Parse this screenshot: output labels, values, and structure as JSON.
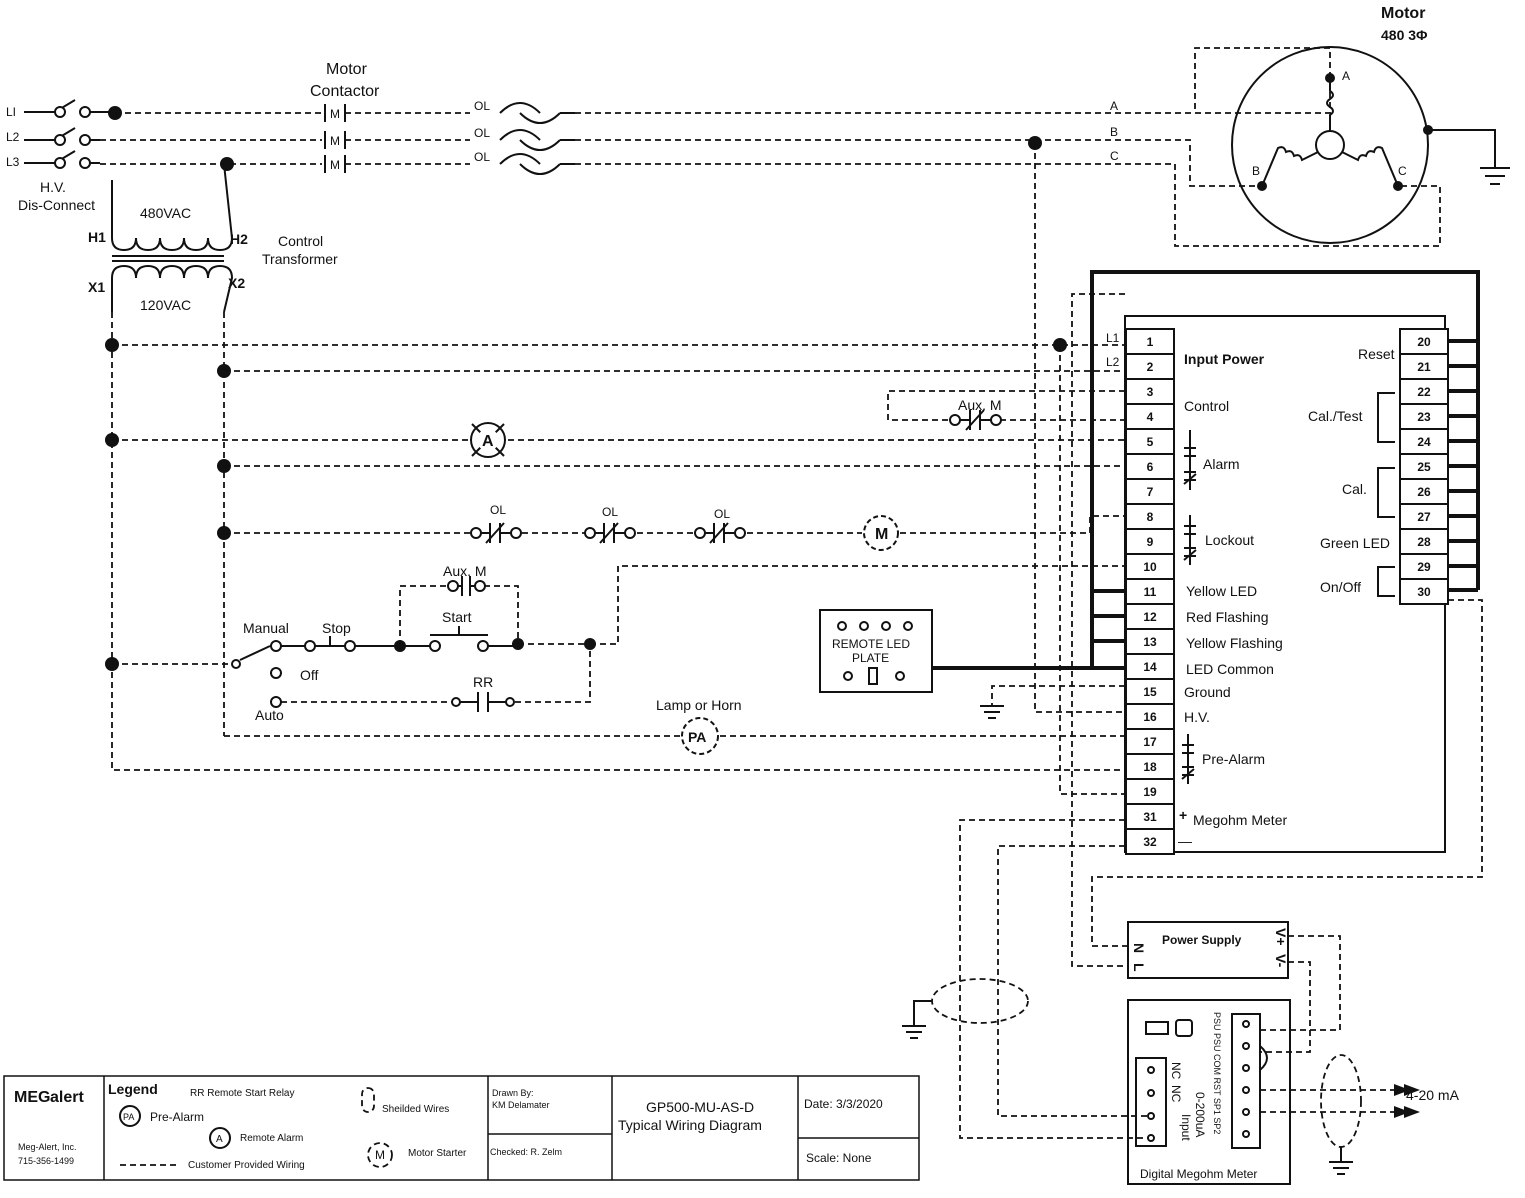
{
  "motor": {
    "title": "Motor",
    "rating": "480  3Φ",
    "phase_a": "A",
    "phase_b": "B",
    "phase_c": "C"
  },
  "supply": {
    "l1": "LI",
    "l2": "L2",
    "l3": "L3",
    "disconnect_line1": "H.V.",
    "disconnect_line2": "Dis-Connect"
  },
  "contactor": {
    "title_line1": "Motor",
    "title_line2": "Contactor",
    "contact": "M",
    "ol": "OL"
  },
  "transformer": {
    "primary": "480VAC",
    "secondary": "120VAC",
    "h1": "H1",
    "h2": "H2",
    "x1": "X1",
    "x2": "X2",
    "label_line1": "Control",
    "label_line2": "Transformer"
  },
  "control_circuit": {
    "aux_m": "Aux. M",
    "alarm": "A",
    "ol": "OL",
    "motor_starter": "M",
    "manual": "Manual",
    "stop": "Stop",
    "start": "Start",
    "off": "Off",
    "auto": "Auto",
    "rr": "RR",
    "lamp_horn": "Lamp or Horn",
    "pa": "PA"
  },
  "remote_led": {
    "line1": "REMOTE LED",
    "line2": "PLATE"
  },
  "terminal_left": {
    "l1": "L1",
    "l2": "L2",
    "numbers": [
      "1",
      "2",
      "3",
      "4",
      "5",
      "6",
      "7",
      "8",
      "9",
      "10",
      "11",
      "12",
      "13",
      "14",
      "15",
      "16",
      "17",
      "18",
      "19",
      "31",
      "32"
    ],
    "labels": {
      "input_power": "Input Power",
      "control": "Control",
      "alarm": "Alarm",
      "lockout": "Lockout",
      "yellow_led": "Yellow LED",
      "red_flashing": "Red Flashing",
      "yellow_flashing": "Yellow Flashing",
      "led_common": "LED Common",
      "ground": "Ground",
      "hv": "H.V.",
      "pre_alarm": "Pre-Alarm",
      "megohm_meter": "Megohm Meter",
      "plus": "+",
      "minus": "—"
    }
  },
  "terminal_right": {
    "numbers": [
      "20",
      "21",
      "22",
      "23",
      "24",
      "25",
      "26",
      "27",
      "28",
      "29",
      "30"
    ],
    "labels": {
      "reset": "Reset",
      "cal_test": "Cal./Test",
      "cal": "Cal.",
      "green_led": "Green LED",
      "on_off": "On/Off"
    }
  },
  "power_supply": {
    "title": "Power Supply",
    "n": "N",
    "l": "L",
    "vplus": "V+",
    "vminus": "V-"
  },
  "megohm": {
    "title": "Digital Megohm Meter",
    "nc1": "NC",
    "nc2": "NC",
    "range": "0-200uA",
    "input": "Input",
    "pins": "PSU PSU COM RST SP1 SP2",
    "output": "4-20 mA"
  },
  "title_block": {
    "company_line1": "MEG",
    "company_line2": "alert",
    "company_name": "Meg-Alert, Inc.",
    "phone": "715-356-1499",
    "legend_title": "Legend",
    "legend_rr": "RR  Remote Start Relay",
    "legend_pa": "Pre-Alarm",
    "legend_pa_sym": "PA",
    "legend_a": "Remote Alarm",
    "legend_a_sym": "A",
    "legend_dash": "Customer Provided Wiring",
    "legend_shield": "Sheilded Wires",
    "legend_m": "Motor Starter",
    "legend_m_sym": "M",
    "drawn_label": "Drawn By:",
    "drawn_name": "KM Delamater",
    "checked": "Checked:  R. Zelm",
    "drawing_line1": "GP500-MU-AS-D",
    "drawing_line2": "Typical Wiring Diagram",
    "date": "Date: 3/3/2020",
    "scale": "Scale:  None"
  }
}
